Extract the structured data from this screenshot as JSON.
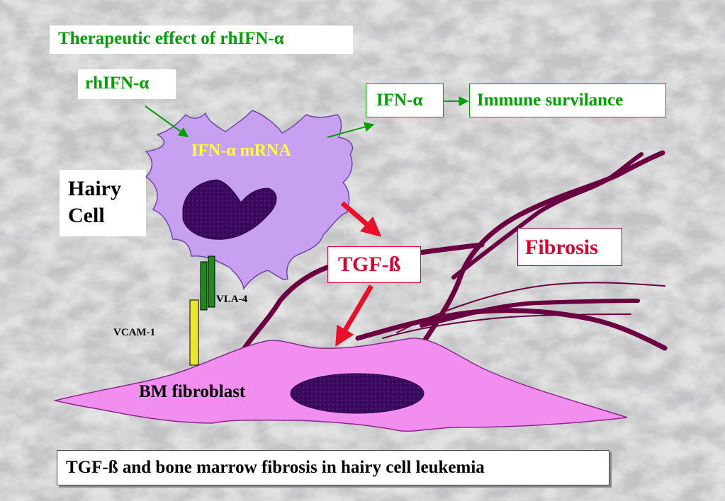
{
  "title": "Therapeutic effect of rhIFN-α",
  "labels": {
    "rhifn": "rhIFN-α",
    "ifn_mrna": "IFN-α mRNA",
    "ifn": "IFN-α",
    "immune": "Immune survilance",
    "hairy_cell": "Hairy Cell",
    "tgf": "TGF-ß",
    "fibrosis": "Fibrosis",
    "vla4": "VLA-4",
    "vcam1": "VCAM-1",
    "bm_fibroblast": "BM fibroblast"
  },
  "caption": "TGF-ß and bone marrow fibrosis in hairy cell leukemia",
  "colors": {
    "background": "#dcdcdc",
    "green_text": "#00a000",
    "red_text": "#e00030",
    "hairy_cell_fill": "#c7a0f2",
    "nucleus": "#3a0a60",
    "fibroblast_fill": "#f28ef0",
    "fiber": "#6a0040",
    "vla4": "#1d8a1d",
    "vcam1": "#e8e830",
    "arrow_red": "#e8102a",
    "arrow_green": "#00a000",
    "mrna_label": "#ffff33"
  }
}
